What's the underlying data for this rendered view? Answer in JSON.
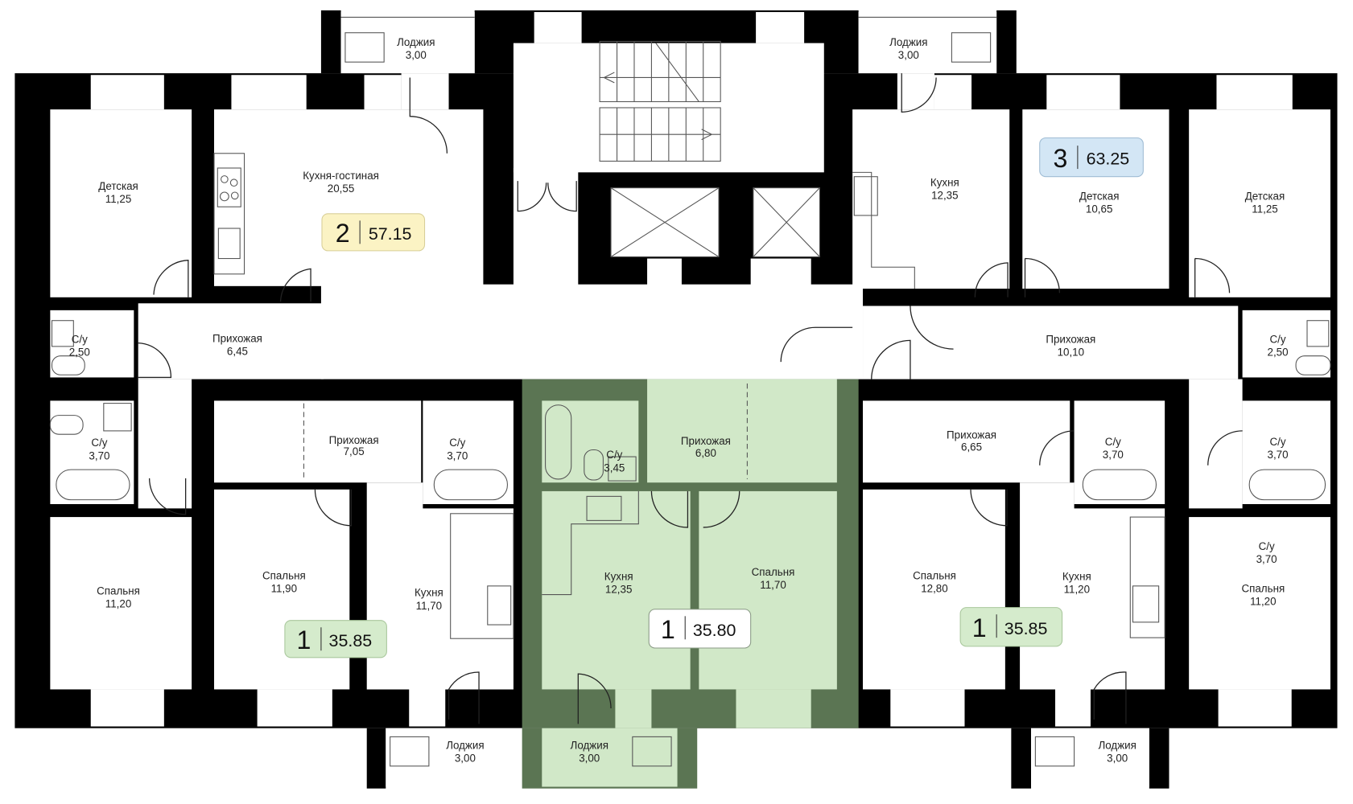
{
  "colors": {
    "wall": "#000000",
    "selected_dark": "#5b7553",
    "selected_light": "#d1e8c8",
    "badge_2": "#fbf3c4",
    "badge_3": "#d3e6f5",
    "badge_1": "#d5ebcc",
    "badge_selected": "#ffffff"
  },
  "rooms": [
    {
      "name": "Лоджия",
      "area": "3,00"
    },
    {
      "name": "Детская",
      "area": "11,25"
    },
    {
      "name": "Кухня-гостиная",
      "area": "20,55"
    },
    {
      "name": "С/у",
      "area": "2,50"
    },
    {
      "name": "Прихожая",
      "area": "6,45"
    },
    {
      "name": "Лоджия",
      "area": "3,00"
    },
    {
      "name": "Кухня",
      "area": "12,35"
    },
    {
      "name": "Детская",
      "area": "10,65"
    },
    {
      "name": "Детская",
      "area": "11,25"
    },
    {
      "name": "Прихожая",
      "area": "10,10"
    },
    {
      "name": "С/у",
      "area": "2,50"
    },
    {
      "name": "С/у",
      "area": "3,70"
    },
    {
      "name": "Прихожая",
      "area": "7,05"
    },
    {
      "name": "С/у",
      "area": "3,70"
    },
    {
      "name": "Спальня",
      "area": "11,20"
    },
    {
      "name": "Спальня",
      "area": "11,90"
    },
    {
      "name": "Кухня",
      "area": "11,70"
    },
    {
      "name": "Лоджия",
      "area": "3,00"
    },
    {
      "name": "С/у",
      "area": "3,45"
    },
    {
      "name": "Прихожая",
      "area": "6,80"
    },
    {
      "name": "Кухня",
      "area": "12,35"
    },
    {
      "name": "Спальня",
      "area": "11,70"
    },
    {
      "name": "Лоджия",
      "area": "3,00"
    },
    {
      "name": "Прихожая",
      "area": "6,65"
    },
    {
      "name": "С/у",
      "area": "3,70"
    },
    {
      "name": "Спальня",
      "area": "12,80"
    },
    {
      "name": "Кухня",
      "area": "11,20"
    },
    {
      "name": "Лоджия",
      "area": "3,00"
    },
    {
      "name": "С/у",
      "area": "3,70"
    },
    {
      "name": "С/у",
      "area": "3,70"
    },
    {
      "name": "Спальня",
      "area": "11,20"
    }
  ],
  "badges": [
    {
      "rooms": "2",
      "area": "57.15"
    },
    {
      "rooms": "3",
      "area": "63.25"
    },
    {
      "rooms": "1",
      "area": "35.85"
    },
    {
      "rooms": "1",
      "area": "35.80"
    },
    {
      "rooms": "1",
      "area": "35.85"
    }
  ]
}
